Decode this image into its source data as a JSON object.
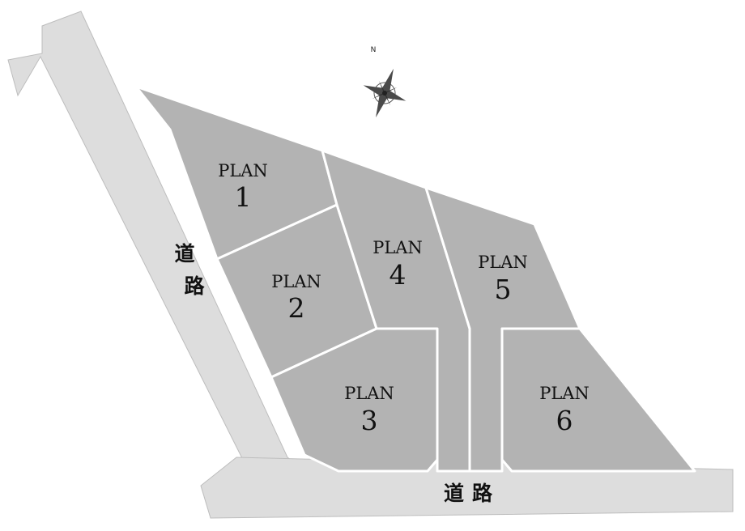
{
  "roads": {
    "west_label": "道路",
    "south_label": "道路"
  },
  "compass": {
    "north_label": "N"
  },
  "lots": [
    {
      "word": "PLAN",
      "number": "1"
    },
    {
      "word": "PLAN",
      "number": "2"
    },
    {
      "word": "PLAN",
      "number": "3"
    },
    {
      "word": "PLAN",
      "number": "4"
    },
    {
      "word": "PLAN",
      "number": "5"
    },
    {
      "word": "PLAN",
      "number": "6"
    }
  ],
  "colors": {
    "lot_fill": "#b3b3b3",
    "road_fill": "#dddddd",
    "lot_border": "#ffffff"
  }
}
